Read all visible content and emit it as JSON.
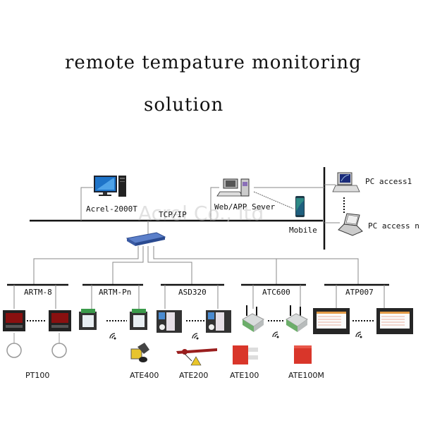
{
  "title": {
    "line1": "remote tempature monitoring",
    "line2": "solution"
  },
  "watermark": "Acrel Co., ltd",
  "network": {
    "protocol_label": "TCP/IP",
    "nodes": {
      "scada": "Acrel-2000T",
      "server": "Web/APP Sever",
      "mobile": "Mobile",
      "pc1": "PC access1",
      "pcn": "PC access n"
    }
  },
  "groups": [
    {
      "name": "ARTM-8",
      "sensor": "PT100"
    },
    {
      "name": "ARTM-Pn",
      "sensor": "ATE400"
    },
    {
      "name": "ASD320",
      "sensor": "ATE200"
    },
    {
      "name": "ATC600",
      "sensor": "ATE100"
    },
    {
      "name": "ATP007",
      "sensor": "ATE100M"
    }
  ],
  "sensors": [
    "PT100",
    "ATE400",
    "ATE200",
    "ATE100",
    "ATE100M"
  ],
  "icons": {
    "scada": "desktop-computer-icon",
    "server": "server-computer-icon",
    "mobile": "smartphone-icon",
    "pc1": "desktop-pc-icon",
    "pcn": "laptop-icon",
    "switch": "network-switch-icon",
    "wireless": "wireless-signal-icon"
  }
}
